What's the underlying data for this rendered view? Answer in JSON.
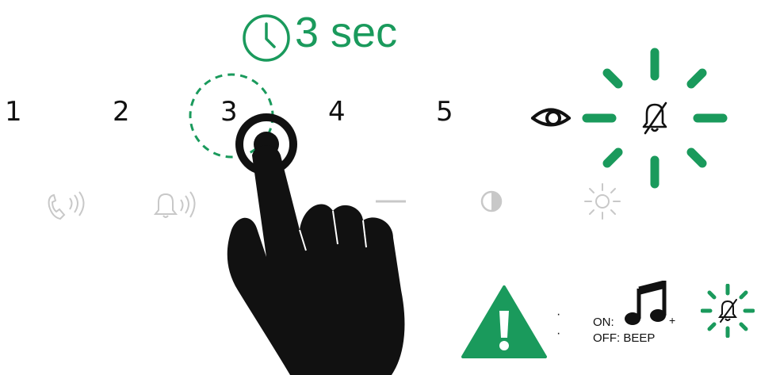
{
  "timer": {
    "label": "3 sec",
    "icon": "clock-icon"
  },
  "accent_color": "#1a9a5c",
  "sequence": [
    {
      "number": "1",
      "icon": "phone-ring-icon"
    },
    {
      "number": "2",
      "icon": "bell-ring-icon"
    },
    {
      "number": "3",
      "icon": "minus-icon",
      "highlighted": true
    },
    {
      "number": "4",
      "icon": "contrast-icon"
    },
    {
      "number": "5",
      "icon": "brightness-icon"
    }
  ],
  "mute_indicator": {
    "icon": "bell-muted-icon",
    "state": "blinking"
  },
  "gesture": {
    "icon": "finger-press-icon",
    "action": "press and hold"
  },
  "notes": {
    "warning_icon": "warning-icon",
    "on_label": "ON:",
    "on_icon": "music-note-icon",
    "on_suffix": "+",
    "off_label": "OFF: BEEP"
  }
}
